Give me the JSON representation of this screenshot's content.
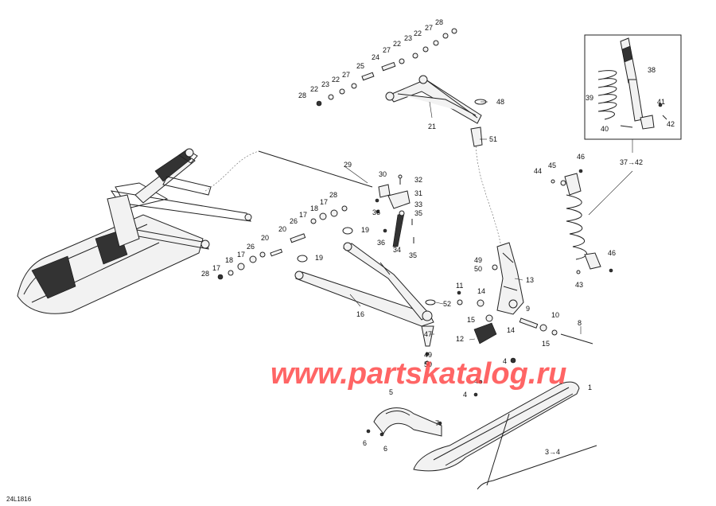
{
  "watermark": "www.partskatalog.ru",
  "diagram_ref": "24L1816",
  "callouts": {
    "c1": "1",
    "c3to4": "3→4",
    "c4a": "4",
    "c4b": "4",
    "c4c": "4",
    "c5": "5",
    "c6a": "6",
    "c6b": "6",
    "c7": "7",
    "c8": "8",
    "c9": "9",
    "c10": "10",
    "c11": "11",
    "c12": "12",
    "c13": "13",
    "c14a": "14",
    "c14b": "14",
    "c15a": "15",
    "c15b": "15",
    "c16": "16",
    "c17a": "17",
    "c17b": "17",
    "c17c": "17",
    "c18a": "18",
    "c18b": "18",
    "c19a": "19",
    "c19b": "19",
    "c20a": "20",
    "c20b": "20",
    "c21": "21",
    "c22a": "22",
    "c22b": "22",
    "c22c": "22",
    "c22d": "22",
    "c23a": "23",
    "c23b": "23",
    "c24": "24",
    "c25": "25",
    "c26a": "26",
    "c26b": "26",
    "c27a": "27",
    "c27b": "27",
    "c27c": "27",
    "c28a": "28",
    "c28b": "28",
    "c28c": "28",
    "c28d": "28",
    "c29": "29",
    "c30": "30",
    "c31": "31",
    "c32": "32",
    "c33": "33",
    "c34": "34",
    "c35a": "35",
    "c35b": "35",
    "c36a": "36",
    "c36b": "36",
    "c37to42": "37→42",
    "c38": "38",
    "c39": "39",
    "c40": "40",
    "c41": "41",
    "c42": "42",
    "c43": "43",
    "c44": "44",
    "c45": "45",
    "c46a": "46",
    "c46b": "46",
    "c47": "47",
    "c48": "48",
    "c49a": "49",
    "c49b": "49",
    "c50a": "50",
    "c50b": "50",
    "c51": "51",
    "c52": "52"
  }
}
